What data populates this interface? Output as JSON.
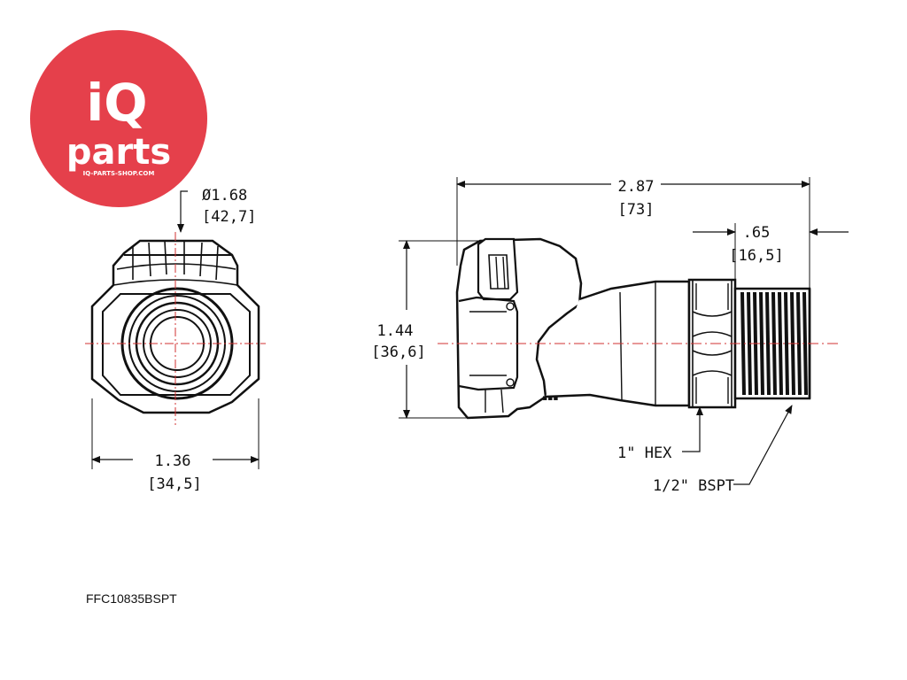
{
  "logo": {
    "brand_main": "iQ",
    "brand_sub": "parts",
    "brand_url": "IQ-PARTS-SHOP.COM",
    "brand_color": "#E5404B"
  },
  "front_view": {
    "diameter_in": "Ø1.68",
    "diameter_mm": "[42,7]",
    "width_in": "1.36",
    "width_mm": "[34,5]"
  },
  "side_view": {
    "length_in": "2.87",
    "length_mm": "[73]",
    "thread_len_in": ".65",
    "thread_len_mm": "[16,5]",
    "height_in": "1.44",
    "height_mm": "[36,6]",
    "hex_label": "1\" HEX",
    "thread_label": "1/2\" BSPT"
  },
  "part_number": "FFC10835BSPT",
  "colors": {
    "centerline": "#D23030",
    "line": "#111111",
    "body": "#1a1a1a"
  }
}
